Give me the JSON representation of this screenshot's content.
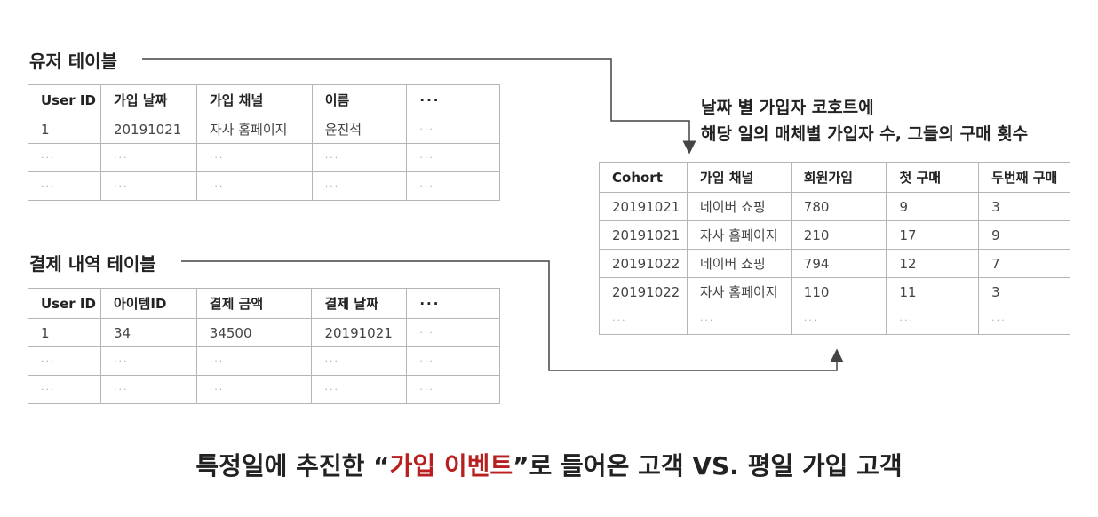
{
  "user_table": {
    "title": "유저 테이블",
    "headers": [
      "User ID",
      "가입 날짜",
      "가입 채널",
      "이름",
      "···"
    ],
    "rows": [
      [
        "1",
        "20191021",
        "자사 홈페이지",
        "윤진석",
        "···"
      ],
      [
        "···",
        "···",
        "···",
        "···",
        "···"
      ],
      [
        "···",
        "···",
        "···",
        "···",
        "···"
      ]
    ]
  },
  "payment_table": {
    "title": "결제 내역 테이블",
    "headers": [
      "User ID",
      "아이템ID",
      "결제 금액",
      "결제 날짜",
      "···"
    ],
    "rows": [
      [
        "1",
        "34",
        "34500",
        "20191021",
        "···"
      ],
      [
        "···",
        "···",
        "···",
        "···",
        "···"
      ],
      [
        "···",
        "···",
        "···",
        "···",
        "···"
      ]
    ]
  },
  "cohort_description": {
    "line1": "날짜 별 가입자 코호트에",
    "line2": "해당 일의 매체별 가입자 수, 그들의 구매 횟수"
  },
  "cohort_table": {
    "headers": [
      "Cohort",
      "가입 채널",
      "회원가입",
      "첫 구매",
      "두번째 구매"
    ],
    "rows": [
      [
        "20191021",
        "네이버 쇼핑",
        "780",
        "9",
        "3"
      ],
      [
        "20191021",
        "자사 홈페이지",
        "210",
        "17",
        "9"
      ],
      [
        "20191022",
        "네이버 쇼핑",
        "794",
        "12",
        "7"
      ],
      [
        "20191022",
        "자사 홈페이지",
        "110",
        "11",
        "3"
      ],
      [
        "···",
        "···",
        "···",
        "···",
        "···"
      ]
    ]
  },
  "bottom_caption": {
    "before": "특정일에 추진한 “",
    "highlight": "가입 이벤트",
    "after": "”로 들어온 고객 VS. 평일 가입 고객"
  },
  "colors": {
    "highlight": "#b81f1f",
    "text": "#222222",
    "border": "#b5b5b5",
    "line": "#444444"
  }
}
